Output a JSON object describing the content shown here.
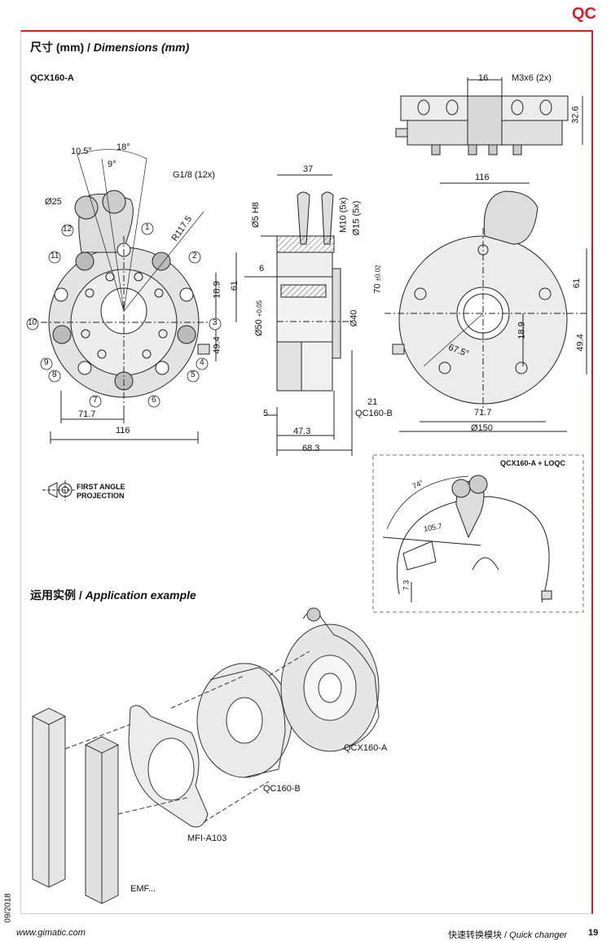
{
  "header": {
    "tag": "QC"
  },
  "dimensions": {
    "title_cn": "尺寸 (mm) / ",
    "title_en": "Dimensions (mm)",
    "model": "QCX160-A"
  },
  "front_labels": {
    "a10_5": "10.5°",
    "a18": "18°",
    "a9": "9°",
    "g18": "G1/8 (12x)",
    "d25": "Ø25",
    "r117": "R117.5",
    "d18_9": "18.9",
    "d61": "61",
    "d49_4": "49.4",
    "d71_7": "71.7",
    "d116": "116",
    "ports": [
      "1",
      "2",
      "3",
      "4",
      "5",
      "6",
      "7",
      "8",
      "9",
      "10",
      "11",
      "12"
    ]
  },
  "side_labels": {
    "d37": "37",
    "d5h8": "Ø5 H8",
    "m10": "M10 (5x)",
    "d15": "Ø15 (5x)",
    "d6": "6",
    "d50": "Ø50",
    "tol50": "+0.05",
    "d40": "Ø40",
    "d70": "70",
    "tol70": "±0.02",
    "d5": "5",
    "d47_3": "47.3",
    "d68_3": "68.3",
    "d21": "21",
    "qc160b": "QC160-B"
  },
  "top_labels": {
    "d16": "16",
    "m3": "M3x6 (2x)",
    "d32_6": "32.6"
  },
  "rear_labels": {
    "d116": "116",
    "d61": "61",
    "d18_9": "18.9",
    "d49_4": "49.4",
    "d71_7": "71.7",
    "d150": "Ø150",
    "a67": "67.5°"
  },
  "loqc": {
    "title": "QCX160-A + LOQC",
    "a74": "74°",
    "d105": "105.7",
    "d7_3": "7.3"
  },
  "projection": {
    "line1": "FIRST ANGLE",
    "line2": "PROJECTION"
  },
  "application": {
    "title_cn": "运用实例 / ",
    "title_en": "Application example",
    "parts": [
      "QCX160-A",
      "QC160-B",
      "MFI-A103",
      "EMF..."
    ]
  },
  "footer": {
    "date": "09/2018",
    "url": "www.gimatic.com",
    "product_cn": "快速转换模块 / ",
    "product_en": "Quick changer",
    "page": "19"
  }
}
